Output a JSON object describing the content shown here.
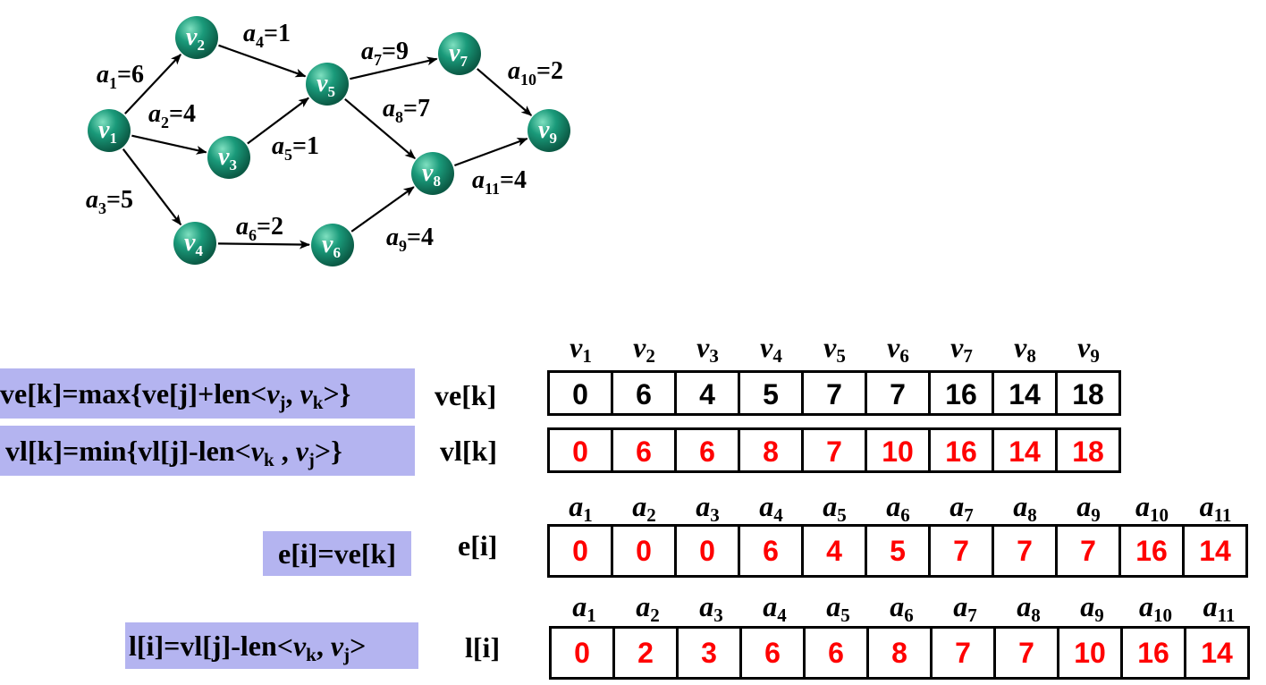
{
  "graph": {
    "nodes": [
      {
        "id": "v1",
        "letter": "v",
        "sub": "1"
      },
      {
        "id": "v2",
        "letter": "v",
        "sub": "2"
      },
      {
        "id": "v3",
        "letter": "v",
        "sub": "3"
      },
      {
        "id": "v4",
        "letter": "v",
        "sub": "4"
      },
      {
        "id": "v5",
        "letter": "v",
        "sub": "5"
      },
      {
        "id": "v6",
        "letter": "v",
        "sub": "6"
      },
      {
        "id": "v7",
        "letter": "v",
        "sub": "7"
      },
      {
        "id": "v8",
        "letter": "v",
        "sub": "8"
      },
      {
        "id": "v9",
        "letter": "v",
        "sub": "9"
      }
    ],
    "edges": [
      {
        "from": "v1",
        "to": "v2",
        "name": "a",
        "sub": "1",
        "weight": "=6"
      },
      {
        "from": "v1",
        "to": "v3",
        "name": "a",
        "sub": "2",
        "weight": "=4"
      },
      {
        "from": "v1",
        "to": "v4",
        "name": "a",
        "sub": "3",
        "weight": "=5"
      },
      {
        "from": "v2",
        "to": "v5",
        "name": "a",
        "sub": "4",
        "weight": "=1"
      },
      {
        "from": "v3",
        "to": "v5",
        "name": "a",
        "sub": "5",
        "weight": "=1"
      },
      {
        "from": "v4",
        "to": "v6",
        "name": "a",
        "sub": "6",
        "weight": "=2"
      },
      {
        "from": "v5",
        "to": "v7",
        "name": "a",
        "sub": "7",
        "weight": "=9"
      },
      {
        "from": "v5",
        "to": "v8",
        "name": "a",
        "sub": "8",
        "weight": "=7"
      },
      {
        "from": "v6",
        "to": "v8",
        "name": "a",
        "sub": "9",
        "weight": "=4"
      },
      {
        "from": "v7",
        "to": "v9",
        "name": "a",
        "sub": "10",
        "weight": "=2"
      },
      {
        "from": "v8",
        "to": "v9",
        "name": "a",
        "sub": "11",
        "weight": "=4"
      }
    ],
    "node_color": "#1a9a7a"
  },
  "formulas": {
    "ve": {
      "pre": "ve[k]=max{ve[j]+len<",
      "a": "v",
      "as": "j",
      "mid": ", ",
      "b": "v",
      "bs": "k",
      "post": ">}"
    },
    "vl": {
      "pre": "vl[k]=min{vl[j]-len<",
      "a": "v",
      "as": "k",
      "mid": " , ",
      "b": "v",
      "bs": "j",
      "post": ">}"
    },
    "e": {
      "text": "e[i]=ve[k]"
    },
    "l": {
      "pre": "l[i]=vl[j]-len<",
      "a": "v",
      "as": "k",
      "mid": ", ",
      "b": "v",
      "bs": "j",
      "post": ">"
    }
  },
  "arrays": {
    "ve_name": "ve[k]",
    "vl_name": "vl[k]",
    "e_name": "e[i]",
    "l_name": "l[i]",
    "v_headers": [
      "1",
      "2",
      "3",
      "4",
      "5",
      "6",
      "7",
      "8",
      "9"
    ],
    "a_headers": [
      "1",
      "2",
      "3",
      "4",
      "5",
      "6",
      "7",
      "8",
      "9",
      "10",
      "11"
    ],
    "ve": [
      "0",
      "6",
      "4",
      "5",
      "7",
      "7",
      "16",
      "14",
      "18"
    ],
    "vl": [
      "0",
      "6",
      "6",
      "8",
      "7",
      "10",
      "16",
      "14",
      "18"
    ],
    "e": [
      "0",
      "0",
      "0",
      "6",
      "4",
      "5",
      "7",
      "7",
      "7",
      "16",
      "14"
    ],
    "l": [
      "0",
      "2",
      "3",
      "6",
      "6",
      "8",
      "7",
      "7",
      "10",
      "16",
      "14"
    ]
  },
  "colors": {
    "formula_bg": "#b4b4f0",
    "computed": "#ff0000"
  }
}
